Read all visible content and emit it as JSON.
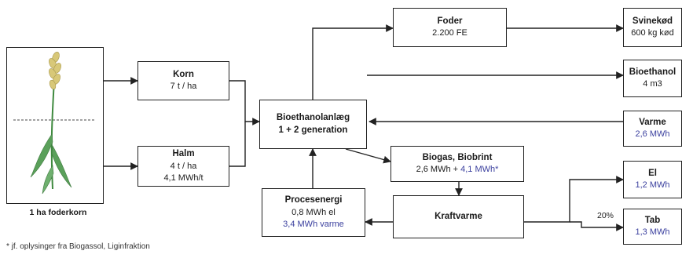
{
  "plant_box": {
    "label": "1 ha foderkorn"
  },
  "boxes": {
    "korn": {
      "title": "Korn",
      "lines": [
        "7 t / ha"
      ]
    },
    "halm": {
      "title": "Halm",
      "lines": [
        "4 t / ha",
        "4,1 MWh/t"
      ]
    },
    "anlaeg": {
      "title_line1": "Bioethanolanlæg",
      "title_line2": "1 + 2 generation"
    },
    "foder": {
      "title": "Foder",
      "lines": [
        "2.200 FE"
      ]
    },
    "svinekod": {
      "title": "Svinekød",
      "lines": [
        "600 kg kød"
      ]
    },
    "bioethanol": {
      "title": "Bioethanol",
      "lines": [
        "4 m3"
      ]
    },
    "varme": {
      "title": "Varme",
      "lines": [
        "2,6 MWh"
      ]
    },
    "biogas": {
      "title": "Biogas, Biobrint",
      "line_a": "2,6 MWh + ",
      "line_b": "4,1 MWh*"
    },
    "procesenergi": {
      "title": "Procesenergi",
      "lines": [
        "0,8 MWh el",
        "3,4 MWh varme"
      ]
    },
    "kraftvarme": {
      "title": "Kraftvarme"
    },
    "el": {
      "title": "El",
      "lines": [
        "1,2 MWh"
      ]
    },
    "tab": {
      "title": "Tab",
      "lines": [
        "1,3 MWh"
      ]
    }
  },
  "labels": {
    "tab_percent": "20%"
  },
  "footnote": "* jf. oplysinger fra Biogassol, Liginfraktion",
  "colors": {
    "blue_text": "#3a3f9e",
    "line": "#222222",
    "plant_green": "#5aa05a",
    "grain_yellow": "#d8c878"
  }
}
